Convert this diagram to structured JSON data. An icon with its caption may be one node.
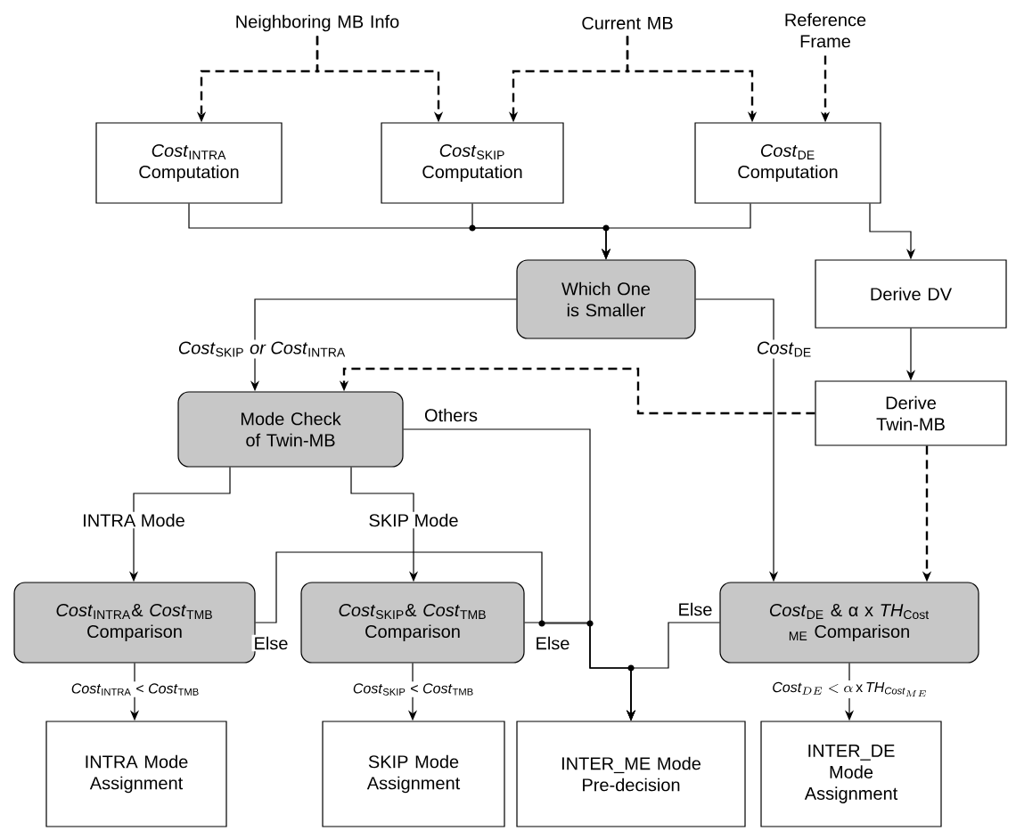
{
  "diagram": {
    "nodes": [
      {
        "text": [
          "Neighboring MB Info"
        ]
      },
      {
        "text": [
          "Current MB"
        ]
      },
      {
        "text": [
          "Reference Frame"
        ]
      },
      {
        "text": [
          "*Cost*$_{INTRA}$ Computation"
        ]
      },
      {
        "text": [
          "*Cost*$_{SKIP}$ Computation"
        ]
      },
      {
        "text": [
          "*Cost*$_{DE}$ Computation"
        ]
      },
      {
        "text": [
          "Which One is Smaller"
        ]
      },
      {
        "text": [
          "Derive DV"
        ]
      },
      {
        "text": [
          "Mode Check of Twin-MB"
        ]
      },
      {
        "text": [
          "Derive Twin-MB"
        ]
      },
      {
        "text": [
          "*Cost*$_{INTRA}$& *Cost*$_{TMB}$ Comparison"
        ]
      },
      {
        "text": [
          "*Cost*$_{SKIP}$& *Cost*$_{TMB}$ Comparison"
        ]
      },
      {
        "text": [
          "*Cost*$_{DE}$ & α x *TH*$_{Cost}$ $_{ME}$ Comparison"
        ]
      },
      {
        "text": [
          "INTRA Mode Assignment"
        ]
      },
      {
        "text": [
          "SKIP Mode Assignment"
        ]
      },
      {
        "text": [
          "INTER_ME Mode Pre-decision"
        ]
      },
      {
        "text": [
          "INTER_DE Mode Assignment"
        ]
      }
    ],
    "edges": [
      {
        "from": 0,
        "to": 3,
        "arrow": "to",
        "style": "dashed"
      },
      {
        "from": 0,
        "to": 4,
        "arrow": "to",
        "style": "dashed"
      },
      {
        "from": 1,
        "to": 4,
        "arrow": "to",
        "style": "dashed"
      },
      {
        "from": 1,
        "to": 5,
        "arrow": "to",
        "style": "dashed"
      },
      {
        "from": 2,
        "to": 5,
        "arrow": "to",
        "style": "dashed"
      },
      {
        "from": 3,
        "to": 6,
        "arrow": "to"
      },
      {
        "from": 4,
        "to": 6,
        "arrow": "to"
      },
      {
        "from": 5,
        "to": 6,
        "arrow": "to"
      },
      {
        "from": 5,
        "to": 7,
        "arrow": "to"
      },
      {
        "from": 6,
        "to": 8,
        "arrow": "to",
        "label": "*Cost*$_{SKIP}$ *or Cost*$_{INTRA}$"
      },
      {
        "from": 6,
        "to": 12,
        "arrow": "to",
        "label": "*Cost*$_{DE}$"
      },
      {
        "from": 7,
        "to": 9,
        "arrow": "to"
      },
      {
        "from": 9,
        "to": 8,
        "arrow": "to",
        "style": "dashed"
      },
      {
        "from": 9,
        "to": 12,
        "arrow": "to",
        "style": "dashed"
      },
      {
        "from": 8,
        "to": 10,
        "arrow": "to",
        "label": "INTRA Mode"
      },
      {
        "from": 8,
        "to": 11,
        "arrow": "to",
        "label": "SKIP Mode"
      },
      {
        "from": 8,
        "to": 15,
        "arrow": "to",
        "label": "Others"
      },
      {
        "from": 10,
        "to": 15,
        "arrow": "to",
        "label": "Else"
      },
      {
        "from": 11,
        "to": 15,
        "arrow": "to",
        "label": "Else"
      },
      {
        "from": 12,
        "to": 15,
        "arrow": "to",
        "label": "Else"
      },
      {
        "from": 10,
        "to": 13,
        "arrow": "to",
        "label": "*Cost*$_{INTRA}$ < *Cost*$_{TMB}$"
      },
      {
        "from": 11,
        "to": 14,
        "arrow": "to",
        "label": "*Cost*$_{SKIP}$ < *Cost*$_{TMB}$"
      },
      {
        "from": 12,
        "to": 16,
        "arrow": "to",
        "label": "\\mathit{Cost}_{DE} < \\alpha\\,\\mathrm{x}\\,\\mathit{TH}_{\\mathit{Cost}_{ME}}"
      }
    ]
  }
}
